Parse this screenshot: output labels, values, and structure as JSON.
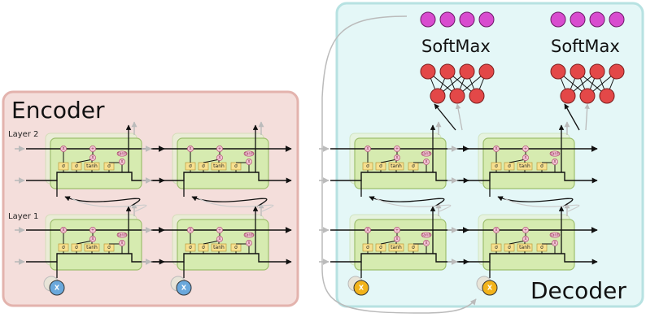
{
  "encoder": {
    "label": "Encoder"
  },
  "decoder": {
    "label": "Decoder"
  },
  "layers": {
    "layer2": "Layer 2",
    "layer1": "Layer 1"
  },
  "softmax": {
    "label_left": "SoftMax",
    "label_right": "SoftMax"
  },
  "lstm_cell": {
    "gate_sigma": "σ",
    "gate_tanh": "tanh",
    "op_mul": "X",
    "op_add": "+",
    "op_tanh": "tanh"
  },
  "inputs": {
    "enc_1": "X",
    "enc_2": "X",
    "dec_1": "X",
    "dec_2": "X"
  },
  "colors": {
    "encoder_bg": "#f4dedb",
    "encoder_border": "#e3b3ad",
    "decoder_bg": "#e4f7f7",
    "decoder_border": "#b7e2e2",
    "cell_bg": "#d6ebb0",
    "cell_border": "#9ebf6e",
    "gate": "#f7e08f",
    "op": "#f3c6d6",
    "softmax_node": "#d84ccf",
    "dense_node": "#e34848",
    "enc_input": "#6aa8dc",
    "dec_input": "#f2b31b"
  }
}
